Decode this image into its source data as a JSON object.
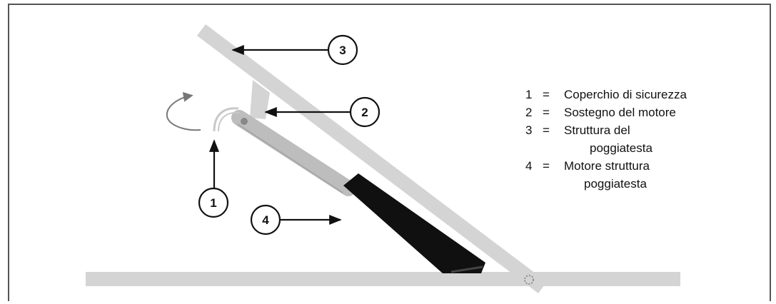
{
  "colors": {
    "frame": "#555555",
    "part_light": "#d4d4d4",
    "rod": "#bdbdbd",
    "motor_body": "#101010",
    "pivot_dot": "#888888",
    "rotation_arrow": "#777777",
    "ink": "#111111"
  },
  "callouts": [
    {
      "number": "1",
      "target": "safety-cover"
    },
    {
      "number": "2",
      "target": "motor-support"
    },
    {
      "number": "3",
      "target": "headrest-frame"
    },
    {
      "number": "4",
      "target": "headrest-motor"
    }
  ],
  "legend": [
    {
      "number": "1",
      "eq": "=",
      "lines": [
        "Coperchio di sicurezza"
      ]
    },
    {
      "number": "2",
      "eq": "=",
      "lines": [
        "Sostegno del motore"
      ]
    },
    {
      "number": "3",
      "eq": "=",
      "lines": [
        "Struttura del",
        "poggiatesta"
      ]
    },
    {
      "number": "4",
      "eq": "=",
      "lines": [
        "Motore struttura",
        "poggiatesta"
      ]
    }
  ],
  "icons": [
    "rotation-arrow-icon",
    "callout-arrow-icon",
    "hinge-pivot-icon"
  ]
}
